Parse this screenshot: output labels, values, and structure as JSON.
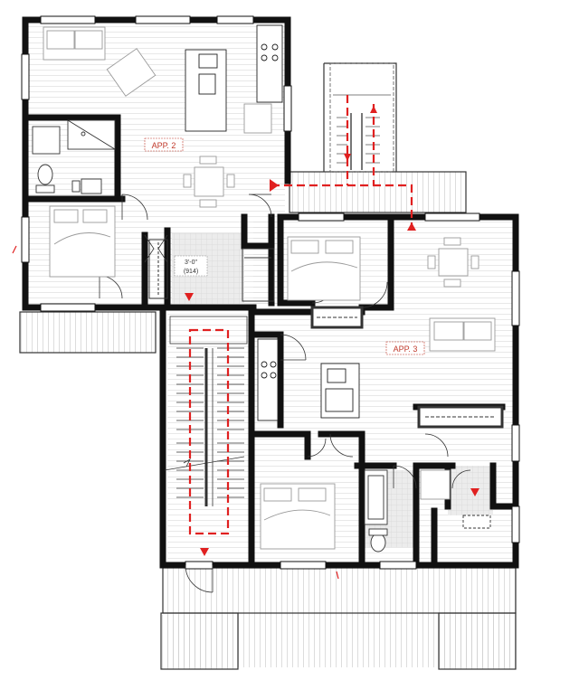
{
  "labels": {
    "apt2": "APP. 2",
    "apt3": "APP. 3",
    "dim_ft": "3'-0\"",
    "dim_mm": "(914)"
  },
  "colors": {
    "wall": "#111111",
    "floor_line": "#d6d6d6",
    "tile_fill": "#e9e9e9",
    "furniture": "#9a9a9a",
    "egress_red": "#e02020",
    "label_red": "#c0392b"
  },
  "icons": {
    "egress_arrow": "red-triangle-icon",
    "door": "door-swing-icon"
  }
}
